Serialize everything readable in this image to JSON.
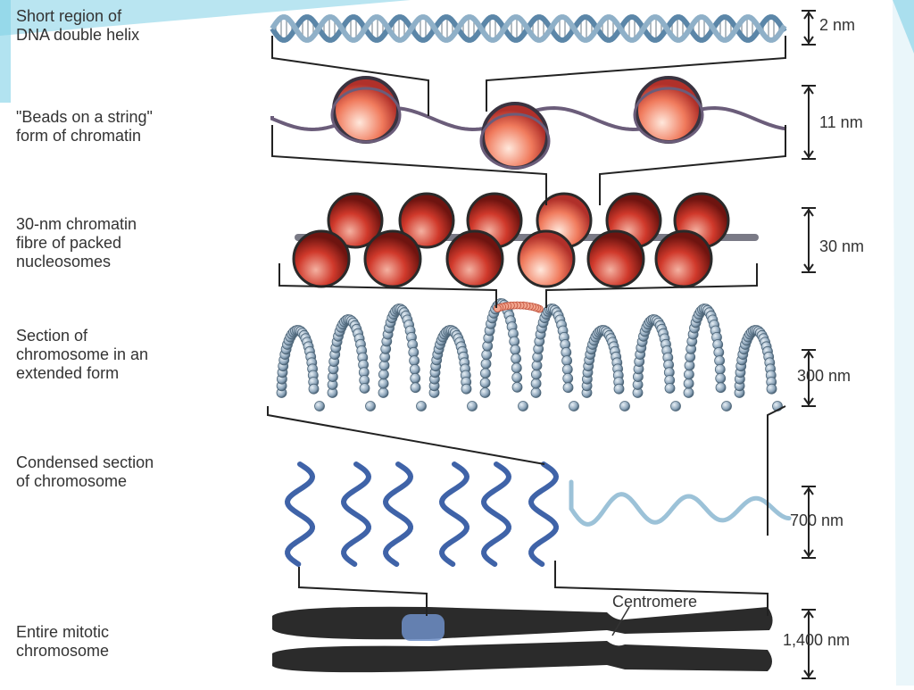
{
  "levels": [
    {
      "label": "Short region of\nDNA double helix",
      "scale": "2 nm"
    },
    {
      "label": "\"Beads on a string\"\nform of chromatin",
      "scale": "11 nm"
    },
    {
      "label": "30-nm chromatin\nfibre of packed\nnucleosomes",
      "scale": "30 nm"
    },
    {
      "label": "Section of\nchromosome in an\nextended form",
      "scale": "300 nm"
    },
    {
      "label": "Condensed section\nof chromosome",
      "scale": "700 nm"
    },
    {
      "label": "Entire mitotic\nchromosome",
      "scale": "1,400 nm"
    }
  ],
  "callouts": {
    "centromere": "Centromere"
  },
  "colors": {
    "frame_teal": "#7fd0e6",
    "text": "#333333",
    "helix": "#5b86a8",
    "nucleosome": "#d0392b",
    "nucleosome_light": "#f2b6a3",
    "chain_bead": "#8ea6bb",
    "condensed_blue": "#3f63a8",
    "chromosome": "#2b2b2b"
  }
}
